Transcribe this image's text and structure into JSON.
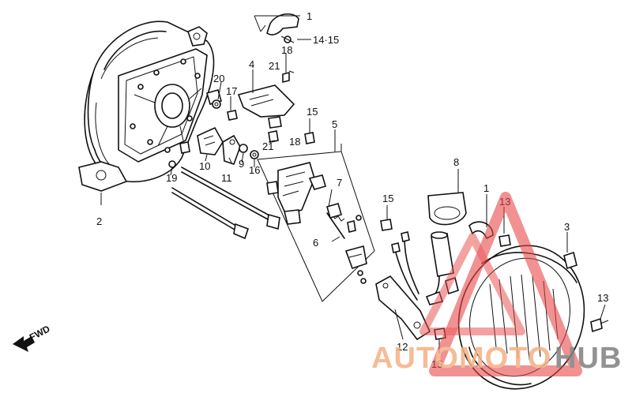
{
  "diagram": {
    "callouts": [
      {
        "id": "c1a",
        "label": "1"
      },
      {
        "id": "c1415",
        "label": "14·15"
      },
      {
        "id": "c18a",
        "label": "18"
      },
      {
        "id": "c21a",
        "label": "21"
      },
      {
        "id": "c4",
        "label": "4"
      },
      {
        "id": "c20",
        "label": "20"
      },
      {
        "id": "c17",
        "label": "17"
      },
      {
        "id": "c15a",
        "label": "15"
      },
      {
        "id": "c5",
        "label": "5"
      },
      {
        "id": "c21b",
        "label": "21"
      },
      {
        "id": "c18b",
        "label": "18"
      },
      {
        "id": "c10",
        "label": "10"
      },
      {
        "id": "c9",
        "label": "9"
      },
      {
        "id": "c16",
        "label": "16"
      },
      {
        "id": "c11",
        "label": "11"
      },
      {
        "id": "c19",
        "label": "19"
      },
      {
        "id": "c2",
        "label": "2"
      },
      {
        "id": "c7",
        "label": "7"
      },
      {
        "id": "c8",
        "label": "8"
      },
      {
        "id": "c1b",
        "label": "1"
      },
      {
        "id": "c13a",
        "label": "13"
      },
      {
        "id": "c3",
        "label": "3"
      },
      {
        "id": "c15b",
        "label": "15"
      },
      {
        "id": "c6",
        "label": "6"
      },
      {
        "id": "c13b",
        "label": "13"
      },
      {
        "id": "c12",
        "label": "12"
      },
      {
        "id": "c15c",
        "label": "15"
      }
    ],
    "fwd_label": "FWD",
    "watermark": {
      "text_a": "AUTOMOTO",
      "text_b": "HUB",
      "color_a": "#f4b183",
      "color_b": "#7f7f7f",
      "triangle_color": "#e8474a"
    }
  }
}
